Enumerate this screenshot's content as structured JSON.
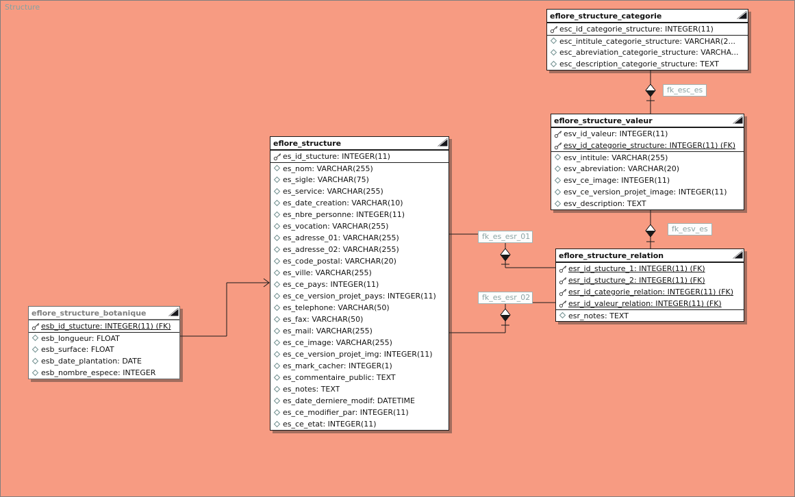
{
  "region_label": "Structure",
  "colors": {
    "background": "#F79B82",
    "table_border": "#1a1a1a",
    "fk_label_text": "#8aa3a3"
  },
  "tables": {
    "categorie": {
      "title": "eflore_structure_categorie",
      "pk_count": 1,
      "fields": [
        {
          "icon": "key",
          "text": "esc_id_categorie_structure: INTEGER(11)"
        },
        {
          "icon": "diamond",
          "text": "esc_intitule_categorie_structure: VARCHAR(2..."
        },
        {
          "icon": "diamond",
          "text": "esc_abreviation_categorie_structure: VARCHA..."
        },
        {
          "icon": "diamond",
          "text": "esc_description_categorie_structure: TEXT"
        }
      ]
    },
    "valeur": {
      "title": "eflore_structure_valeur",
      "pk_count": 2,
      "fields": [
        {
          "icon": "key",
          "text": "esv_id_valeur: INTEGER(11)"
        },
        {
          "icon": "key",
          "text": "esv_id_categorie_structure: INTEGER(11) (FK)",
          "underline": true
        },
        {
          "icon": "diamond",
          "text": "esv_intitule: VARCHAR(255)"
        },
        {
          "icon": "diamond",
          "text": "esv_abreviation: VARCHAR(20)"
        },
        {
          "icon": "diamond",
          "text": "esv_ce_image: INTEGER(11)"
        },
        {
          "icon": "diamond",
          "text": "esv_ce_version_projet_image: INTEGER(11)"
        },
        {
          "icon": "diamond",
          "text": "esv_description: TEXT"
        }
      ]
    },
    "structure": {
      "title": "eflore_structure",
      "pk_count": 1,
      "fields": [
        {
          "icon": "key",
          "text": "es_id_stucture: INTEGER(11)"
        },
        {
          "icon": "diamond",
          "text": "es_nom: VARCHAR(255)"
        },
        {
          "icon": "diamond",
          "text": "es_sigle: VARCHAR(75)"
        },
        {
          "icon": "diamond",
          "text": "es_service: VARCHAR(255)"
        },
        {
          "icon": "diamond",
          "text": "es_date_creation: VARCHAR(10)"
        },
        {
          "icon": "diamond",
          "text": "es_nbre_personne: INTEGER(11)"
        },
        {
          "icon": "diamond",
          "text": "es_vocation: VARCHAR(255)"
        },
        {
          "icon": "diamond",
          "text": "es_adresse_01: VARCHAR(255)"
        },
        {
          "icon": "diamond",
          "text": "es_adresse_02: VARCHAR(255)"
        },
        {
          "icon": "diamond",
          "text": "es_code_postal: VARCHAR(20)"
        },
        {
          "icon": "diamond",
          "text": "es_ville: VARCHAR(255)"
        },
        {
          "icon": "diamond",
          "text": "es_ce_pays: INTEGER(11)"
        },
        {
          "icon": "diamond",
          "text": "es_ce_version_projet_pays: INTEGER(11)"
        },
        {
          "icon": "diamond",
          "text": "es_telephone: VARCHAR(50)"
        },
        {
          "icon": "diamond",
          "text": "es_fax: VARCHAR(50)"
        },
        {
          "icon": "diamond",
          "text": "es_mail: VARCHAR(255)"
        },
        {
          "icon": "diamond",
          "text": "es_ce_image: VARCHAR(255)"
        },
        {
          "icon": "diamond",
          "text": "es_ce_version_projet_img: INTEGER(11)"
        },
        {
          "icon": "diamond",
          "text": "es_mark_cacher: INTEGER(1)"
        },
        {
          "icon": "diamond",
          "text": "es_commentaire_public: TEXT"
        },
        {
          "icon": "diamond",
          "text": "es_notes: TEXT"
        },
        {
          "icon": "diamond",
          "text": "es_date_derniere_modif: DATETIME"
        },
        {
          "icon": "diamond",
          "text": "es_ce_modifier_par: INTEGER(11)"
        },
        {
          "icon": "diamond",
          "text": "es_ce_etat: INTEGER(11)"
        }
      ]
    },
    "botanique": {
      "title": "eflore_structure_botanique",
      "pk_count": 1,
      "fields": [
        {
          "icon": "key",
          "text": "esb_id_stucture: INTEGER(11) (FK)",
          "underline": true
        },
        {
          "icon": "diamond",
          "text": "esb_longueur: FLOAT"
        },
        {
          "icon": "diamond",
          "text": "esb_surface: FLOAT"
        },
        {
          "icon": "diamond",
          "text": "esb_date_plantation: DATE"
        },
        {
          "icon": "diamond",
          "text": "esb_nombre_espece: INTEGER"
        }
      ]
    },
    "relation": {
      "title": "eflore_structure_relation",
      "pk_count": 4,
      "fields": [
        {
          "icon": "key",
          "text": "esr_id_stucture_1: INTEGER(11) (FK)",
          "underline": true
        },
        {
          "icon": "key",
          "text": "esr_id_stucture_2: INTEGER(11) (FK)",
          "underline": true
        },
        {
          "icon": "key",
          "text": "esr_id_categorie_relation: INTEGER(11) (FK)",
          "underline": true
        },
        {
          "icon": "key",
          "text": "esr_id_valeur_relation: INTEGER(11) (FK)",
          "underline": true
        },
        {
          "icon": "diamond",
          "text": "esr_notes: TEXT"
        }
      ]
    }
  },
  "connectors": [
    {
      "label": "fk_esc_es",
      "from": "eflore_structure_categorie",
      "to": "eflore_structure_valeur"
    },
    {
      "label": "fk_esv_es",
      "from": "eflore_structure_valeur",
      "to": "eflore_structure_relation"
    },
    {
      "label": "fk_es_esr_01",
      "from": "eflore_structure",
      "to": "eflore_structure_relation"
    },
    {
      "label": "fk_es_esr_02",
      "from": "eflore_structure",
      "to": "eflore_structure_relation"
    },
    {
      "label": "",
      "from": "eflore_structure_botanique",
      "to": "eflore_structure"
    }
  ]
}
